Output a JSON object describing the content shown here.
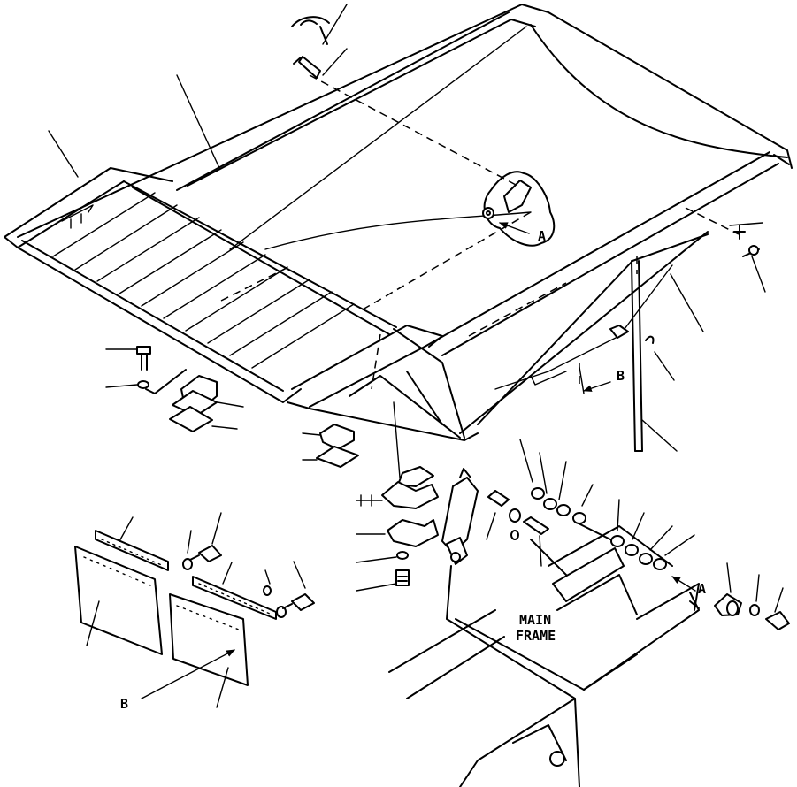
{
  "labels": {
    "main_frame_line1": "MAIN",
    "main_frame_line2": "FRAME",
    "ref_a_upper": "A",
    "ref_a_lower": "A",
    "ref_b_right": "B",
    "ref_b_lower": "B"
  }
}
